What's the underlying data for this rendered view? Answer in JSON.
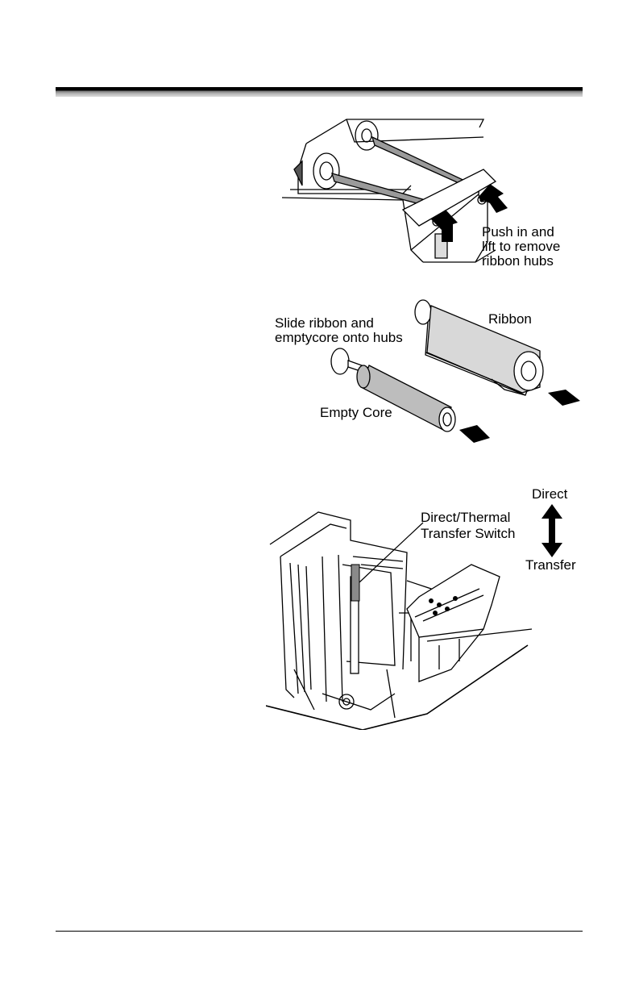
{
  "figure1": {
    "callout_lines": [
      "Push in and",
      "lift to remove",
      "ribbon hubs"
    ]
  },
  "figure2": {
    "slide_lines": [
      "Slide ribbon and",
      "emptycore onto hubs"
    ],
    "ribbon_label": "Ribbon",
    "empty_core_label": "Empty Core"
  },
  "figure3": {
    "switch_lines": [
      "Direct/Thermal",
      "Transfer Switch"
    ],
    "direct_label": "Direct",
    "transfer_label": "Transfer"
  }
}
